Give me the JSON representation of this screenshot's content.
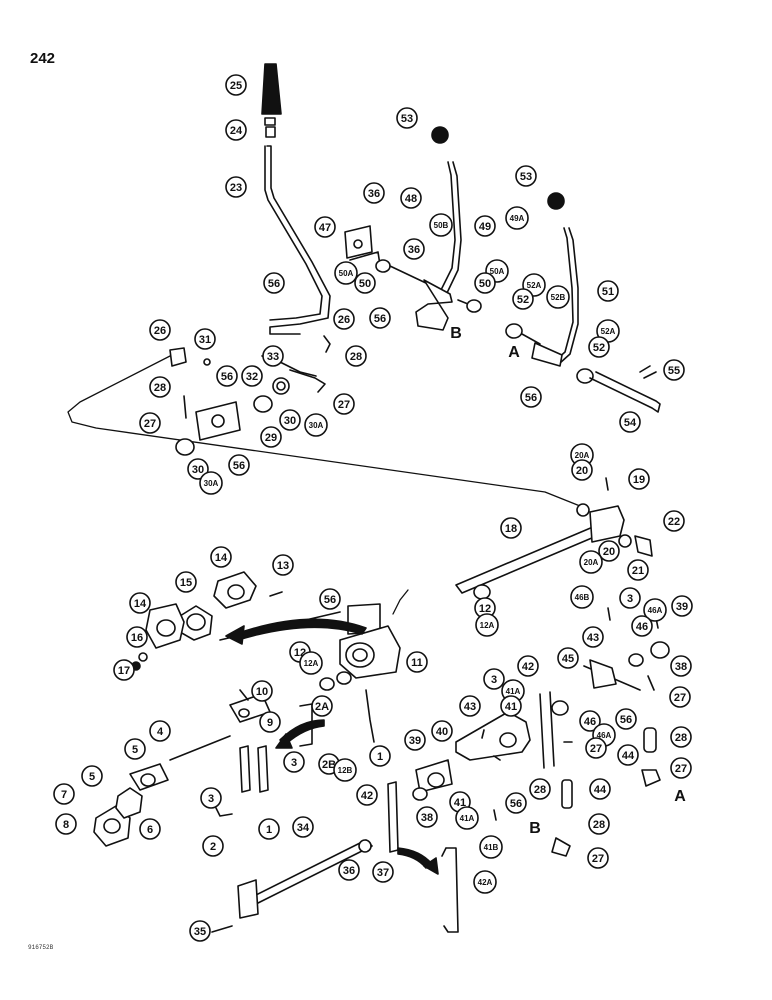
{
  "page_number": "242",
  "ref_code": "916752B",
  "callouts": [
    {
      "id": "c25",
      "label": "25"
    },
    {
      "id": "c24",
      "label": "24"
    },
    {
      "id": "c23",
      "label": "23"
    },
    {
      "id": "c53a",
      "label": "53"
    },
    {
      "id": "c53b",
      "label": "53"
    },
    {
      "id": "c36a",
      "label": "36"
    },
    {
      "id": "c48",
      "label": "48"
    },
    {
      "id": "c47",
      "label": "47"
    },
    {
      "id": "c50b",
      "label": "50B"
    },
    {
      "id": "c36b",
      "label": "36"
    },
    {
      "id": "c49",
      "label": "49"
    },
    {
      "id": "c49a",
      "label": "49A"
    },
    {
      "id": "c50a1",
      "label": "50A"
    },
    {
      "id": "c50x1",
      "label": "50"
    },
    {
      "id": "c50a2",
      "label": "50A"
    },
    {
      "id": "c50x2",
      "label": "50"
    },
    {
      "id": "c52a1",
      "label": "52A"
    },
    {
      "id": "c52x1",
      "label": "52"
    },
    {
      "id": "c52b",
      "label": "52B"
    },
    {
      "id": "c51",
      "label": "51"
    },
    {
      "id": "c56a",
      "label": "56"
    },
    {
      "id": "c26a",
      "label": "26"
    },
    {
      "id": "c26b",
      "label": "26"
    },
    {
      "id": "c31",
      "label": "31"
    },
    {
      "id": "c56b",
      "label": "56"
    },
    {
      "id": "c52a2",
      "label": "52A"
    },
    {
      "id": "c52x2",
      "label": "52"
    },
    {
      "id": "c33",
      "label": "33"
    },
    {
      "id": "c28a",
      "label": "28"
    },
    {
      "id": "c55",
      "label": "55"
    },
    {
      "id": "c56c",
      "label": "56"
    },
    {
      "id": "c32",
      "label": "32"
    },
    {
      "id": "c27a",
      "label": "27"
    },
    {
      "id": "c28b",
      "label": "28"
    },
    {
      "id": "c56d",
      "label": "56"
    },
    {
      "id": "c54",
      "label": "54"
    },
    {
      "id": "c30a1",
      "label": "30"
    },
    {
      "id": "c30aa1",
      "label": "30A"
    },
    {
      "id": "c27b",
      "label": "27"
    },
    {
      "id": "c29",
      "label": "29"
    },
    {
      "id": "c30a2",
      "label": "30"
    },
    {
      "id": "c30aa2",
      "label": "30A"
    },
    {
      "id": "c56e",
      "label": "56"
    },
    {
      "id": "c20a1",
      "label": "20A"
    },
    {
      "id": "c20x1",
      "label": "20"
    },
    {
      "id": "c19",
      "label": "19"
    },
    {
      "id": "c18",
      "label": "18"
    },
    {
      "id": "c22",
      "label": "22"
    },
    {
      "id": "c20x2",
      "label": "20"
    },
    {
      "id": "c20a2",
      "label": "20A"
    },
    {
      "id": "c21",
      "label": "21"
    },
    {
      "id": "c14a",
      "label": "14"
    },
    {
      "id": "c13",
      "label": "13"
    },
    {
      "id": "c15",
      "label": "15"
    },
    {
      "id": "c14b",
      "label": "14"
    },
    {
      "id": "c56f",
      "label": "56"
    },
    {
      "id": "c12x1",
      "label": "12"
    },
    {
      "id": "c12a1",
      "label": "12A"
    },
    {
      "id": "c46b1",
      "label": "46B"
    },
    {
      "id": "c3a",
      "label": "3"
    },
    {
      "id": "c46a1",
      "label": "46A"
    },
    {
      "id": "c39a",
      "label": "39"
    },
    {
      "id": "c16",
      "label": "16"
    },
    {
      "id": "c46x1",
      "label": "46"
    },
    {
      "id": "c43a",
      "label": "43"
    },
    {
      "id": "c17",
      "label": "17"
    },
    {
      "id": "c12x2",
      "label": "12"
    },
    {
      "id": "c12a2",
      "label": "12A"
    },
    {
      "id": "c11",
      "label": "11"
    },
    {
      "id": "c45",
      "label": "45"
    },
    {
      "id": "c38a",
      "label": "38"
    },
    {
      "id": "c42a",
      "label": "42"
    },
    {
      "id": "c10",
      "label": "10"
    },
    {
      "id": "c3b",
      "label": "3"
    },
    {
      "id": "c41a1",
      "label": "41A"
    },
    {
      "id": "c41x1",
      "label": "41"
    },
    {
      "id": "c27c",
      "label": "27"
    },
    {
      "id": "c2a",
      "label": "2A"
    },
    {
      "id": "c9",
      "label": "9"
    },
    {
      "id": "c43b",
      "label": "43"
    },
    {
      "id": "c40",
      "label": "40"
    },
    {
      "id": "c46x2",
      "label": "46"
    },
    {
      "id": "c46a2",
      "label": "46A"
    },
    {
      "id": "c56g",
      "label": "56"
    },
    {
      "id": "c28c",
      "label": "28"
    },
    {
      "id": "c1a",
      "label": "1"
    },
    {
      "id": "c4",
      "label": "4"
    },
    {
      "id": "c2b",
      "label": "2B"
    },
    {
      "id": "c5a",
      "label": "5"
    },
    {
      "id": "c3c",
      "label": "3"
    },
    {
      "id": "c27d",
      "label": "27"
    },
    {
      "id": "c44a",
      "label": "44"
    },
    {
      "id": "c27e",
      "label": "27"
    },
    {
      "id": "c39b",
      "label": "39"
    },
    {
      "id": "c12b",
      "label": "12B"
    },
    {
      "id": "c7",
      "label": "7"
    },
    {
      "id": "c5b",
      "label": "5"
    },
    {
      "id": "c3d",
      "label": "3"
    },
    {
      "id": "c1b",
      "label": "1"
    },
    {
      "id": "c42b",
      "label": "42"
    },
    {
      "id": "c38b",
      "label": "38"
    },
    {
      "id": "c41x2",
      "label": "41"
    },
    {
      "id": "c41a2",
      "label": "41A"
    },
    {
      "id": "c56h",
      "label": "56"
    },
    {
      "id": "c28d",
      "label": "28"
    },
    {
      "id": "c44b",
      "label": "44"
    },
    {
      "id": "c6",
      "label": "6"
    },
    {
      "id": "c8",
      "label": "8"
    },
    {
      "id": "c2c",
      "label": "2"
    },
    {
      "id": "c41b",
      "label": "41B"
    },
    {
      "id": "c34",
      "label": "34"
    },
    {
      "id": "c28e",
      "label": "28"
    },
    {
      "id": "c36c",
      "label": "36"
    },
    {
      "id": "c37",
      "label": "37"
    },
    {
      "id": "c27f",
      "label": "27"
    },
    {
      "id": "c42aa",
      "label": "42A"
    },
    {
      "id": "c35",
      "label": "35"
    }
  ],
  "letter_markers": [
    {
      "id": "mB1",
      "label": "B"
    },
    {
      "id": "mA1",
      "label": "A"
    },
    {
      "id": "mA2",
      "label": "A"
    },
    {
      "id": "mB2",
      "label": "B"
    }
  ]
}
